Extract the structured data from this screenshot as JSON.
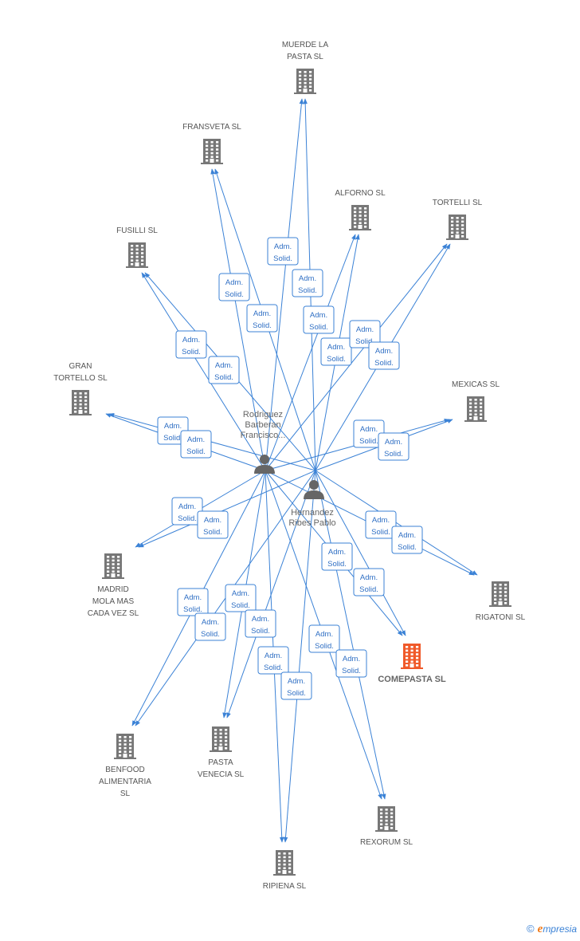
{
  "people": [
    {
      "id": "rodriguez",
      "label_lines": [
        "Rodriguez",
        "Barberan",
        "Francisco..."
      ]
    },
    {
      "id": "hernandez",
      "label_lines": [
        "Hernandez",
        "Ribes Pablo"
      ]
    }
  ],
  "companies": [
    {
      "id": "muerde",
      "label_lines": [
        "MUERDE LA",
        "PASTA  SL"
      ],
      "focus": false
    },
    {
      "id": "fransveta",
      "label_lines": [
        "FRANSVETA SL"
      ],
      "focus": false
    },
    {
      "id": "alforno",
      "label_lines": [
        "ALFORNO SL"
      ],
      "focus": false
    },
    {
      "id": "tortelli",
      "label_lines": [
        "TORTELLI SL"
      ],
      "focus": false
    },
    {
      "id": "fusilli",
      "label_lines": [
        "FUSILLI SL"
      ],
      "focus": false
    },
    {
      "id": "gran",
      "label_lines": [
        "GRAN",
        "TORTELLO SL"
      ],
      "focus": false
    },
    {
      "id": "mexicas",
      "label_lines": [
        "MEXICAS SL"
      ],
      "focus": false
    },
    {
      "id": "madrid",
      "label_lines": [
        "MADRID",
        "MOLA MAS",
        "CADA VEZ SL"
      ],
      "focus": false
    },
    {
      "id": "rigatoni",
      "label_lines": [
        "RIGATONI SL"
      ],
      "focus": false
    },
    {
      "id": "comepasta",
      "label_lines": [
        "COMEPASTA SL"
      ],
      "focus": true
    },
    {
      "id": "benfood",
      "label_lines": [
        "BENFOOD",
        "ALIMENTARIA",
        "SL"
      ],
      "focus": false
    },
    {
      "id": "pasta",
      "label_lines": [
        "PASTA",
        "VENECIA SL"
      ],
      "focus": false
    },
    {
      "id": "rexorum",
      "label_lines": [
        "REXORUM SL"
      ],
      "focus": false
    },
    {
      "id": "ripiena",
      "label_lines": [
        "RIPIENA SL"
      ],
      "focus": false
    }
  ],
  "relation_label_lines": [
    "Adm.",
    "Solid."
  ],
  "relations": [
    {
      "from": "rodriguez",
      "to": "muerde"
    },
    {
      "from": "hernandez",
      "to": "muerde"
    },
    {
      "from": "rodriguez",
      "to": "fransveta"
    },
    {
      "from": "hernandez",
      "to": "fransveta"
    },
    {
      "from": "rodriguez",
      "to": "alforno"
    },
    {
      "from": "hernandez",
      "to": "alforno"
    },
    {
      "from": "rodriguez",
      "to": "tortelli"
    },
    {
      "from": "hernandez",
      "to": "tortelli"
    },
    {
      "from": "rodriguez",
      "to": "fusilli"
    },
    {
      "from": "hernandez",
      "to": "fusilli"
    },
    {
      "from": "rodriguez",
      "to": "gran"
    },
    {
      "from": "hernandez",
      "to": "gran"
    },
    {
      "from": "rodriguez",
      "to": "mexicas"
    },
    {
      "from": "hernandez",
      "to": "mexicas"
    },
    {
      "from": "rodriguez",
      "to": "madrid"
    },
    {
      "from": "hernandez",
      "to": "madrid"
    },
    {
      "from": "rodriguez",
      "to": "rigatoni"
    },
    {
      "from": "hernandez",
      "to": "rigatoni"
    },
    {
      "from": "rodriguez",
      "to": "comepasta"
    },
    {
      "from": "hernandez",
      "to": "comepasta"
    },
    {
      "from": "rodriguez",
      "to": "benfood"
    },
    {
      "from": "hernandez",
      "to": "benfood"
    },
    {
      "from": "rodriguez",
      "to": "pasta"
    },
    {
      "from": "hernandez",
      "to": "pasta"
    },
    {
      "from": "rodriguez",
      "to": "rexorum"
    },
    {
      "from": "hernandez",
      "to": "rexorum"
    },
    {
      "from": "rodriguez",
      "to": "ripiena"
    },
    {
      "from": "hernandez",
      "to": "ripiena"
    }
  ],
  "colors": {
    "edge": "#3b82d6",
    "company_icon": "#777777",
    "focus_icon": "#f05a2a",
    "person_icon": "#666666"
  },
  "footer": {
    "copyright_symbol": "©",
    "brand_initial": "e",
    "brand_rest": "mpresia"
  }
}
